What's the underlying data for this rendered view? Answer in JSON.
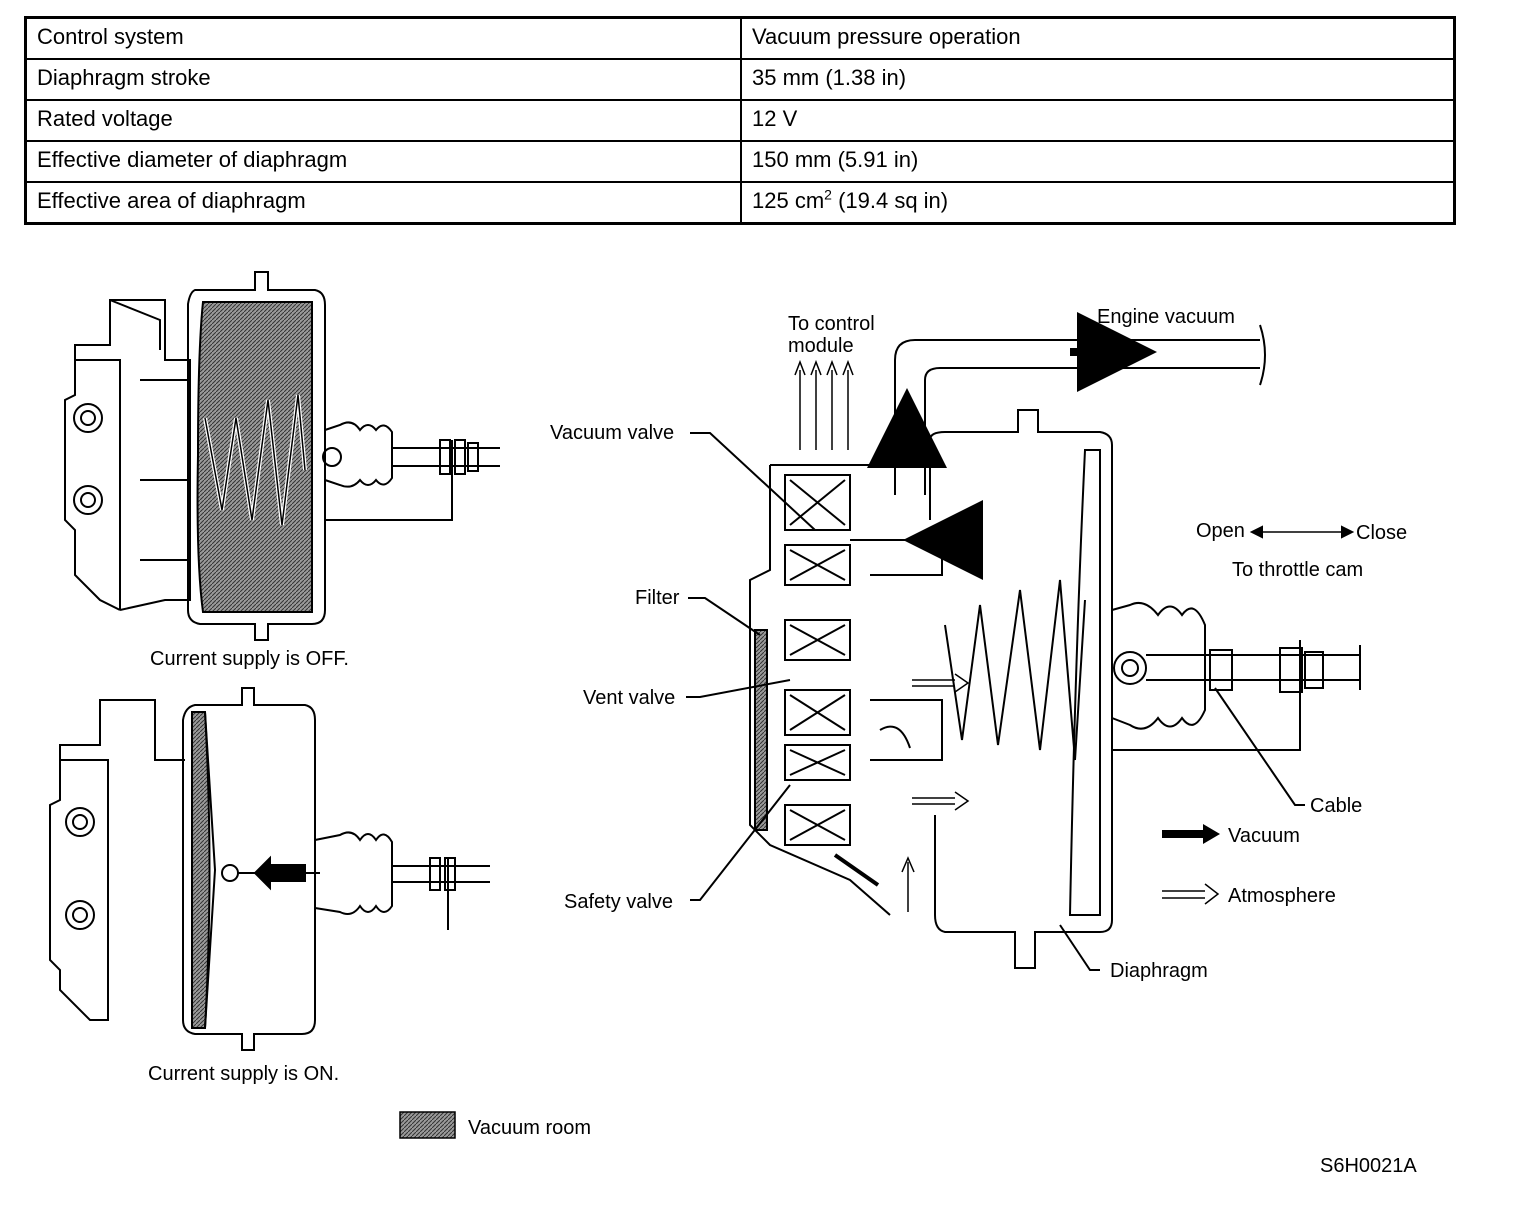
{
  "spec_table": {
    "rows": [
      {
        "key": "Control system",
        "value": "Vacuum pressure operation"
      },
      {
        "key": "Diaphragm stroke",
        "value": "35 mm (1.38 in)"
      },
      {
        "key": "Rated voltage",
        "value": "12 V"
      },
      {
        "key": "Effective diameter of diaphragm",
        "value": "150 mm (5.91 in)"
      },
      {
        "key": "Effective area of diaphragm",
        "value_pre": "125 cm",
        "value_sup": "2",
        "value_post": " (19.4 sq in)"
      }
    ]
  },
  "diagram": {
    "captions": {
      "off": "Current supply is OFF.",
      "on": "Current supply is ON."
    },
    "legend_vacuum_room": "Vacuum room",
    "labels": {
      "to_control_line1": "To control",
      "to_control_line2": "module",
      "engine_vacuum": "Engine vacuum",
      "vacuum_valve": "Vacuum valve",
      "filter": "Filter",
      "vent_valve": "Vent valve",
      "safety_valve": "Safety valve",
      "open": "Open",
      "close": "Close",
      "to_throttle_cam": "To throttle cam",
      "cable": "Cable",
      "diaphragm": "Diaphragm"
    },
    "legend": {
      "vacuum": "Vacuum",
      "atmosphere": "Atmosphere"
    },
    "figure_code": "S6H0021A",
    "colors": {
      "ink": "#000000",
      "vacuum_fill": "#8a8a8a"
    }
  }
}
